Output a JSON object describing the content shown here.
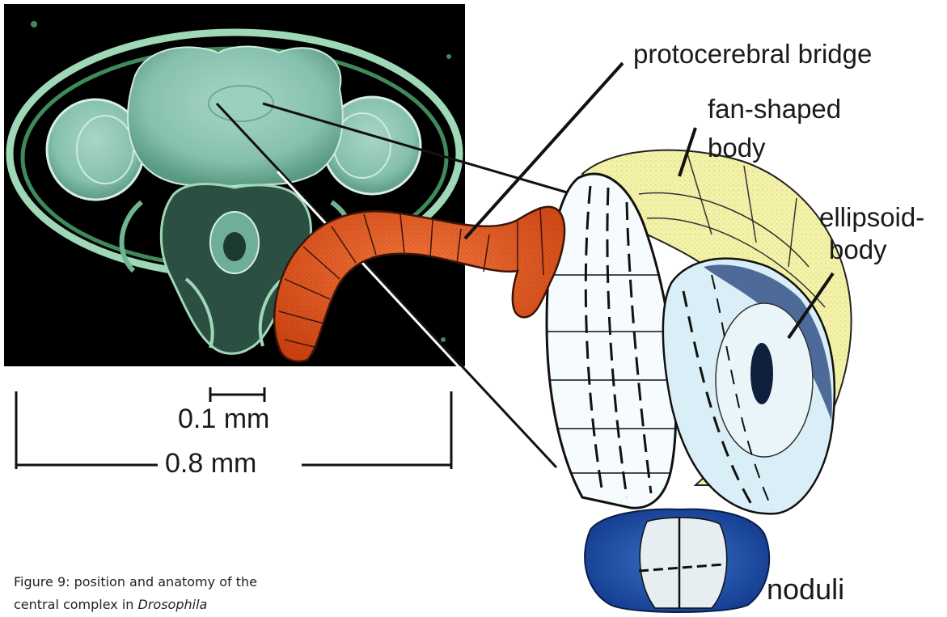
{
  "labels": {
    "protocerebral_bridge": "protocerebral bridge",
    "fan_shaped_line1": "fan-shaped",
    "fan_shaped_line2": "body",
    "ellipsoid_line1": "ellipsoid-",
    "ellipsoid_line2": "body",
    "noduli": "noduli"
  },
  "scale": {
    "small": "0.1 mm",
    "large": "0.8 mm"
  },
  "caption": {
    "line1": "Figure 9:  position and anatomy of the",
    "line2_prefix": "central complex  in ",
    "line2_italic": "Drosophila"
  },
  "colors": {
    "section_background": "#000000",
    "tissue": "#8fc4b4",
    "tissue_edge": "#3f8a5a",
    "protocerebral_bridge": "#e85a1c",
    "fan_shaped_body": "#f4f2a6",
    "ellipsoid_body": "#d4ecf4",
    "noduli": "#1f4ea8",
    "lines": "#111111"
  }
}
